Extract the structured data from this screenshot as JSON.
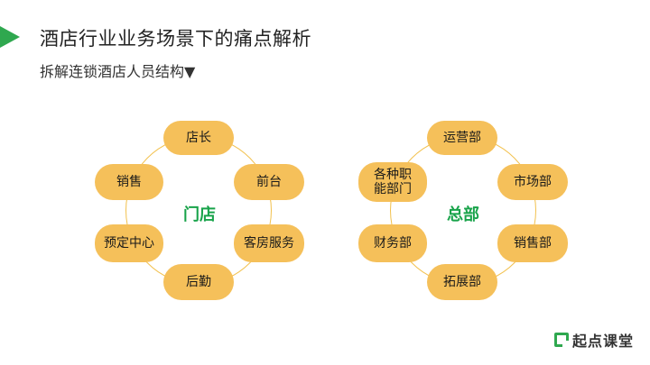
{
  "header": {
    "title": "酒店行业业务场景下的痛点解析",
    "subtitle": "拆解连锁酒店人员结构▼"
  },
  "store": {
    "center": "门店",
    "nodes": {
      "top": "店长",
      "top_right": "前台",
      "bottom_right": "客房服务",
      "bottom": "后勤",
      "bottom_left": "预定中心",
      "top_left": "销售"
    }
  },
  "hq": {
    "center": "总部",
    "nodes": {
      "top": "运营部",
      "top_right": "市场部",
      "bottom_right": "销售部",
      "bottom": "拓展部",
      "bottom_left": "财务部",
      "top_left": "各种职能部门"
    }
  },
  "logo": {
    "text": "起点课堂",
    "icon": "q-logo-icon"
  },
  "colors": {
    "accent_green": "#2fa84f",
    "pill": "#f5c05a",
    "ring": "#f2c14e",
    "center_text": "#18a34a"
  }
}
